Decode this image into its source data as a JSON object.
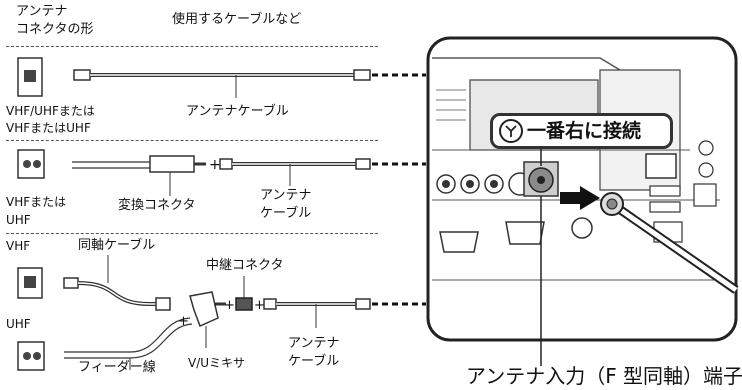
{
  "header": {
    "col1_line1": "アンテナ",
    "col1_line2": "コネクタの形",
    "col2": "使用するケーブルなど"
  },
  "rows": {
    "row1": {
      "connector_line1": "VHF/UHFまたは",
      "connector_line2": "VHFまたはUHF",
      "cable": "アンテナケーブル"
    },
    "row2": {
      "connector_line1": "VHFまたは",
      "connector_line2": "UHF",
      "adapter": "変換コネクタ",
      "cable_line1": "アンテナ",
      "cable_line2": "ケーブル"
    },
    "row3": {
      "vhf": "VHF",
      "coax": "同軸ケーブル",
      "uhf": "UHF",
      "feeder": "フィーダー線",
      "mixer": "V/Uミキサ",
      "relay": "中継コネクタ",
      "cable_line1": "アンテナ",
      "cable_line2": "ケーブル"
    }
  },
  "callout": {
    "icon": "antenna-icon",
    "glyph": "Ⓨ",
    "label": "一番右に接続"
  },
  "caption": "アンテナ入力（F 型同軸）端子"
}
